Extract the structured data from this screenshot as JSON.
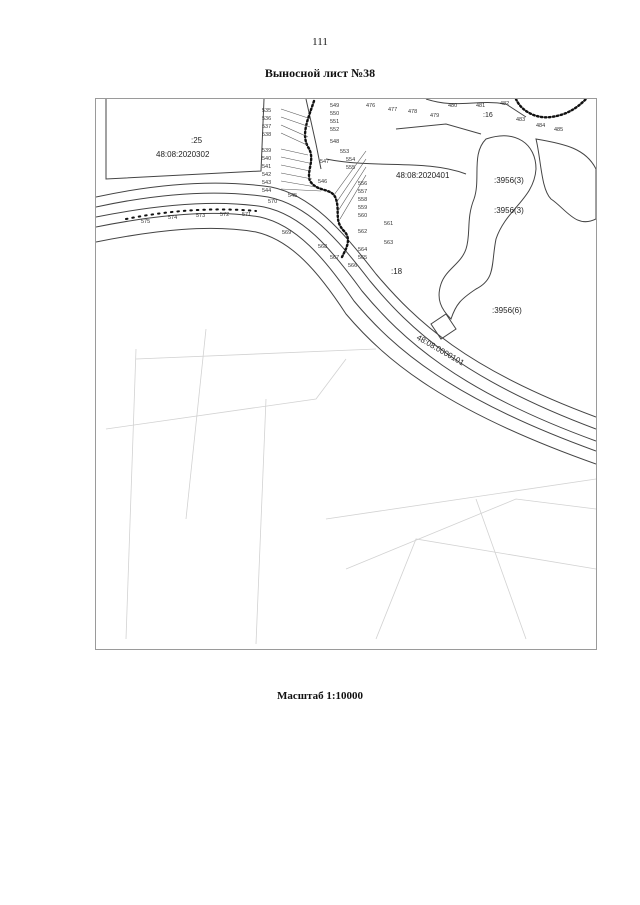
{
  "page": {
    "number": "111",
    "title": "Выносной лист №38",
    "scale": "Масштаб 1:10000"
  },
  "map": {
    "parcels": [
      {
        "id": "parcel-25",
        "label": ":25",
        "cadastral": "48:08:2020302"
      },
      {
        "id": "parcel-2020401",
        "cadastral": "48:08:2020401"
      },
      {
        "id": "parcel-3956-3a",
        "label": ":3956(3)"
      },
      {
        "id": "parcel-3956-3b",
        "label": ":3956(3)"
      },
      {
        "id": "parcel-3956-6",
        "label": ":3956(6)"
      },
      {
        "id": "parcel-18",
        "label": ":18"
      },
      {
        "id": "parcel-16",
        "label": ":16"
      },
      {
        "id": "road-corridor",
        "cadastral": "48:08:0000101"
      }
    ],
    "point_labels": {
      "left_column": [
        "535",
        "536",
        "537",
        "538",
        "539",
        "540",
        "541",
        "542",
        "543",
        "544"
      ],
      "right_column": [
        "549",
        "550",
        "551",
        "552",
        "553",
        "554",
        "555",
        "556",
        "557",
        "558",
        "559",
        "560",
        "561",
        "562",
        "563",
        "564",
        "565"
      ],
      "road": [
        "575",
        "574",
        "573",
        "572",
        "571",
        "570",
        "569",
        "568",
        "567",
        "566"
      ],
      "top": [
        "476",
        "477",
        "478",
        "479",
        "480",
        "481",
        "482",
        "483",
        "484",
        "485"
      ],
      "middle": [
        "545",
        "546",
        "547",
        "548"
      ]
    },
    "colors": {
      "boundary": "#111111",
      "lines": "#444444",
      "faint": "#bdbdbd"
    }
  }
}
